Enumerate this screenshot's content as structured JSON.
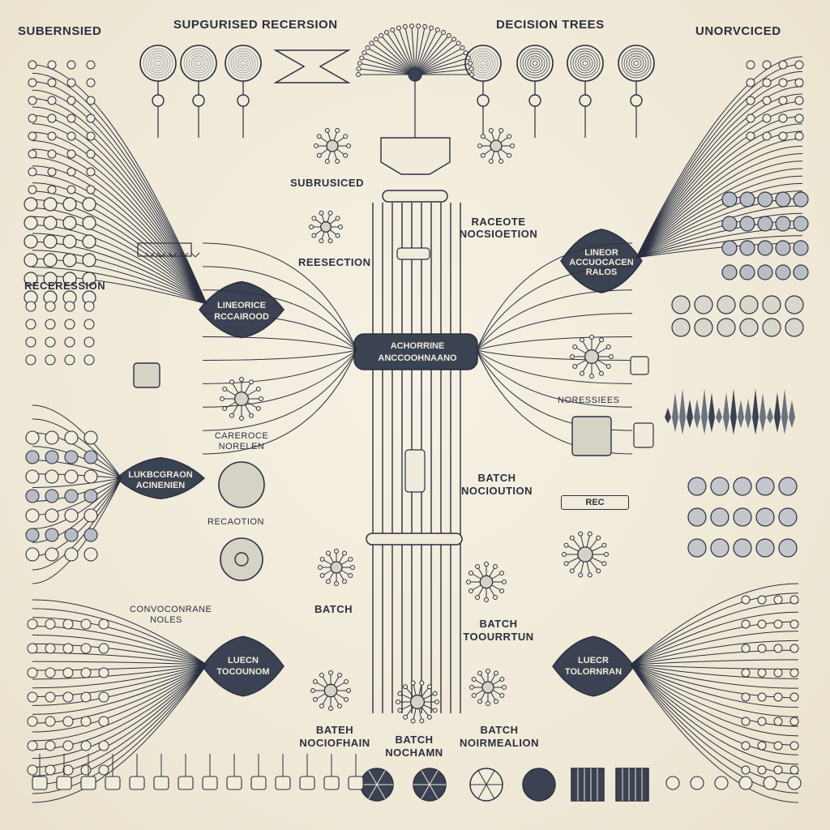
{
  "labels": {
    "supervised_left": "SUBERNSIED",
    "supervised_regression": "SUPGURISED RECERSION",
    "decision_trees": "DECISION TREES",
    "unsupervised": "UNORVCICED",
    "supervised_mid": "SUBRUSICED",
    "rader_norm": "RACEOTE NOCSIOETION",
    "regression_left": "RECERESSION",
    "reression_mid": "REESECTION",
    "center_node": "ACHORRINE ANCCOOHNAANO",
    "left_node_upper": "LINEORICE RCCAIROOD",
    "right_node_upper": "LINEOR ACCUOCACEN RALOS",
    "left_node_mid": "LUKBCGRAON ACINENIEN",
    "right_regression": "NORESSIEES",
    "rec_pill": "REC",
    "batch_1": "BATCH NOCIOUTION",
    "batch_2": "BATCH TOOURRTUN",
    "batch_3": "BATCH",
    "batch_4": "BATEH NOCIOFHAIN",
    "batch_5": "BATCH NOCHAMN",
    "batch_6": "BATCH NOIRMEALION",
    "left_bottom_node": "LUECN TOCOUNOM",
    "right_bottom_node": "LUECR TOLORNRAN",
    "convex_label": "CONVOCONRANE NOLES",
    "rec_bottom": "RECAOTION",
    "convex_mid": "CAREROCE NORELEN"
  }
}
